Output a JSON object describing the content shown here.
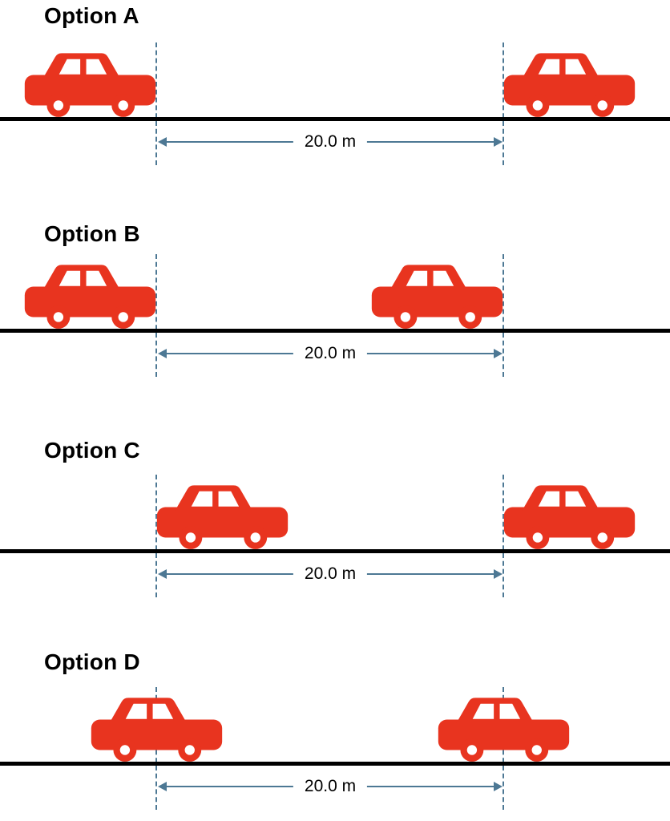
{
  "figure": {
    "options": [
      {
        "label": "Option A",
        "distance_label": "20.0 m"
      },
      {
        "label": "Option B",
        "distance_label": "20.0 m"
      },
      {
        "label": "Option C",
        "distance_label": "20.0 m"
      },
      {
        "label": "Option D",
        "distance_label": "20.0 m"
      }
    ],
    "colors": {
      "car": "#e8341f",
      "road": "#000000",
      "measure": "#4d7894"
    }
  }
}
